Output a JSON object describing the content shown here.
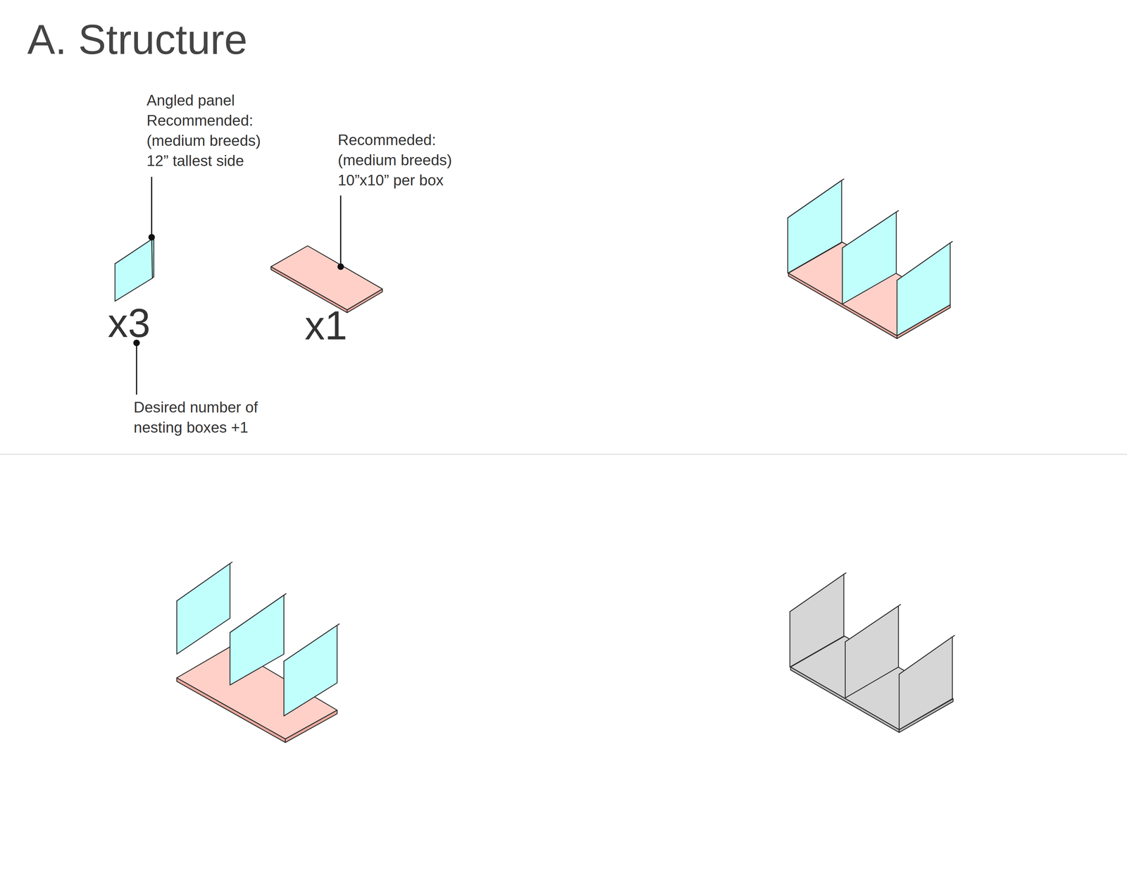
{
  "diagram": {
    "title": "A. Structure",
    "labels": [
      "Angled panel Recommended: (medium breeds) 12” tallest side",
      "Recommeded: (medium breeds) 10”x10” per box",
      "x3",
      "x1",
      "Desired number of nesting boxes +1"
    ]
  }
}
